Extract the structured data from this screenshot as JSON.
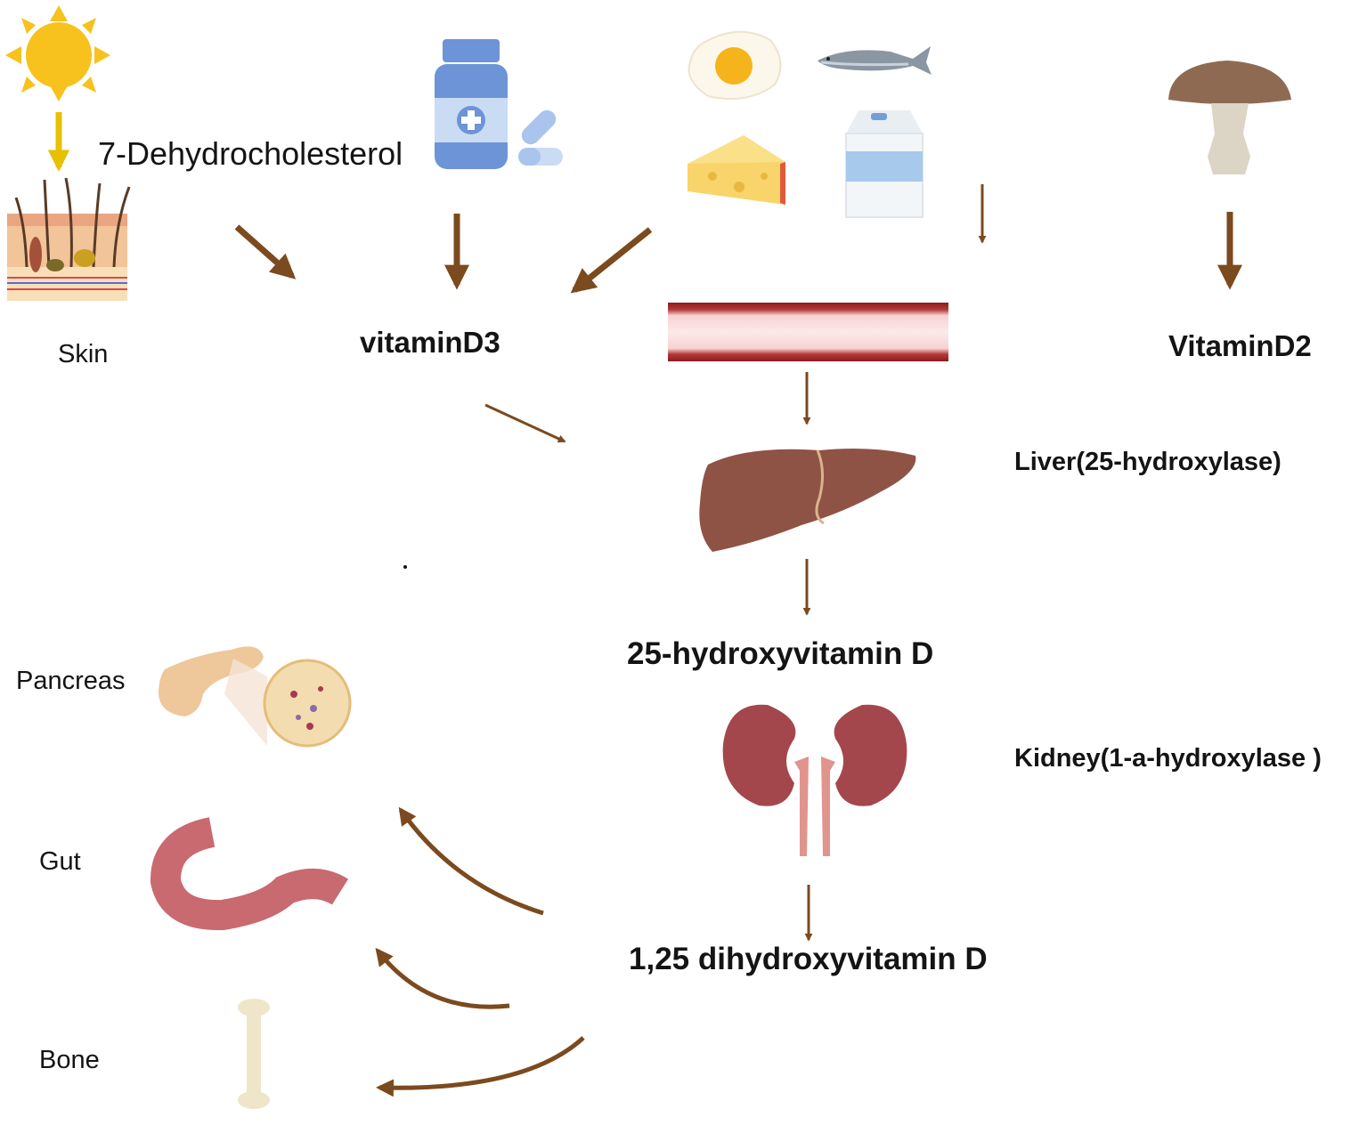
{
  "labels": {
    "dehydrocholesterol": "7-Dehydrocholesterol",
    "skin": "Skin",
    "vitamin_d3": "vitaminD3",
    "vitamin_d2": "VitaminD2",
    "liver": "Liver(25-hydroxylase)",
    "hydroxyvitamin_25": "25-hydroxyvitamin D",
    "kidney": "Kidney(1-a-hydroxylase )",
    "dihydroxyvitamin_125": "1,25 dihydroxyvitamin D",
    "pancreas": "Pancreas",
    "gut": "Gut",
    "bone": "Bone"
  },
  "icons": [
    "sun-icon",
    "skin-icon",
    "supplement-bottle-icon",
    "pill-icon",
    "egg-icon",
    "fish-icon",
    "cheese-icon",
    "milk-carton-icon",
    "mushroom-icon",
    "blood-vessel-icon",
    "liver-icon",
    "kidneys-icon",
    "pancreas-icon",
    "gut-icon",
    "bone-icon"
  ],
  "colors": {
    "arrow": "#7b4a1e",
    "sun_arrow": "#e8c000",
    "sun": "#f7c21d",
    "vessel": "#9b1b1f",
    "liver": "#8f5346",
    "kidney": "#a4474c",
    "gut": "#c86a70",
    "bottle": "#6d94d6"
  }
}
